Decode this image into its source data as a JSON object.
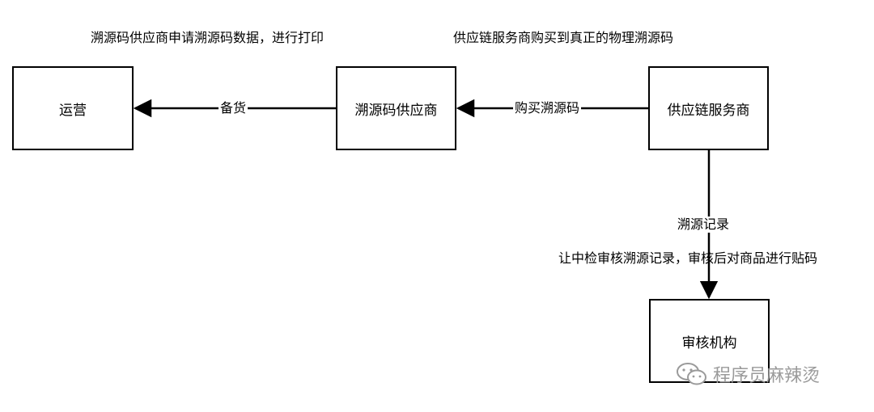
{
  "nodes": {
    "operations": "运营",
    "code_supplier": "溯源码供应商",
    "chain_provider": "供应链服务商",
    "audit_agency": "审核机构"
  },
  "edges": {
    "stock": "备货",
    "buy_codes": "购买溯源码",
    "trace_record": "溯源记录"
  },
  "annotations": {
    "supplier_note": "溯源码供应商申请溯源码数据，进行打印",
    "provider_note": "供应链服务商购买到真正的物理溯源码",
    "audit_note": "让中检审核溯源记录，审核后对商品进行贴码"
  },
  "watermark": {
    "text": "程序员麻辣烫",
    "icon": "wechat-icon"
  }
}
